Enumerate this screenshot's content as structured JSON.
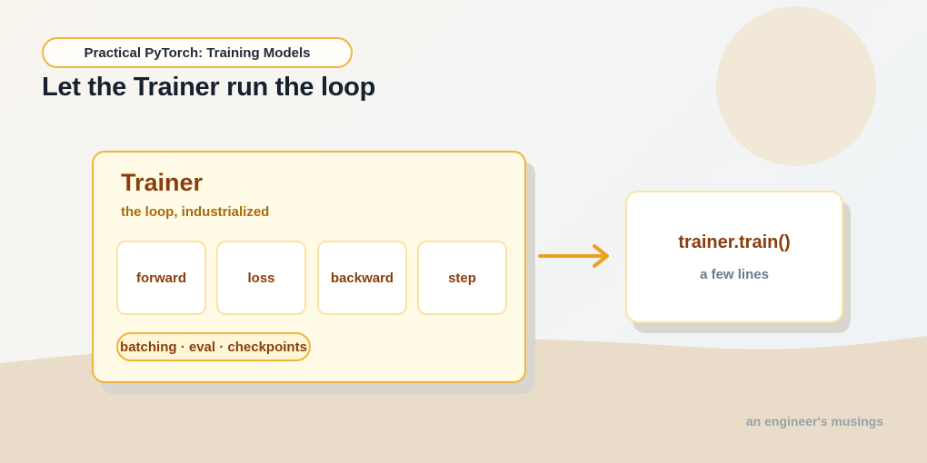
{
  "header": {
    "series": "Practical PyTorch: Training Models",
    "title": "Let the Trainer run the loop"
  },
  "trainer": {
    "title": "Trainer",
    "subtitle": "the loop, industrialized",
    "steps": [
      "forward",
      "loss",
      "backward",
      "step"
    ],
    "extras": "batching · eval · checkpoints"
  },
  "result": {
    "title": "trainer.train()",
    "subtitle": "a few lines"
  },
  "footer": "an engineer's musings",
  "colors": {
    "accent": "#f0b43a",
    "arrow": "#f0a020",
    "text_brown": "#8a3e0c",
    "title_dark": "#17202e",
    "sand": "#e9dcc8",
    "sun": "#f1e8d8"
  }
}
